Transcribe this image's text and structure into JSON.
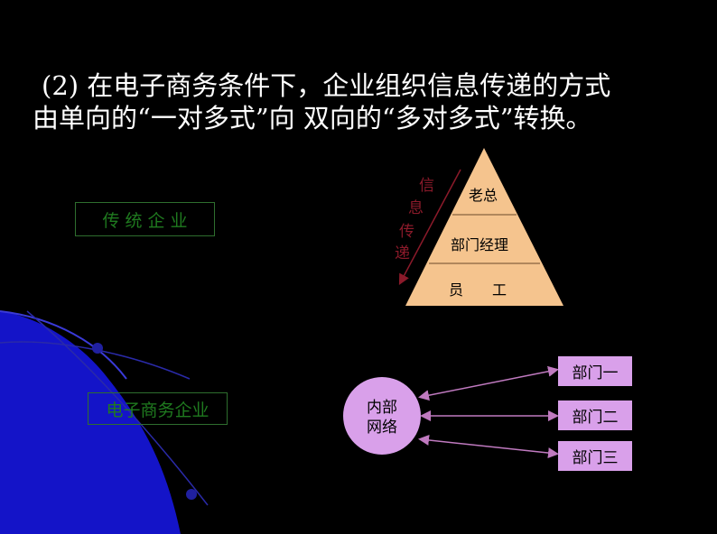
{
  "title": {
    "line1": "(2) 在电子商务条件下，企业组织信息传递的方式",
    "line2": "由单向的“一对多式”向 双向的“多对多式”转换。"
  },
  "traditional_label": "传 统 企 业",
  "ecommerce_label": "电子商务企业",
  "pyramid": {
    "levels": [
      "老总",
      "部门经理",
      "员　　工"
    ],
    "fill": "#f5c48e"
  },
  "info_flow_chars": [
    "信",
    "息",
    "传",
    "递"
  ],
  "network": {
    "center": [
      "内部",
      "网络"
    ],
    "departments": [
      "部门一",
      "部门二",
      "部门三"
    ],
    "color": "#d9a0ea"
  }
}
